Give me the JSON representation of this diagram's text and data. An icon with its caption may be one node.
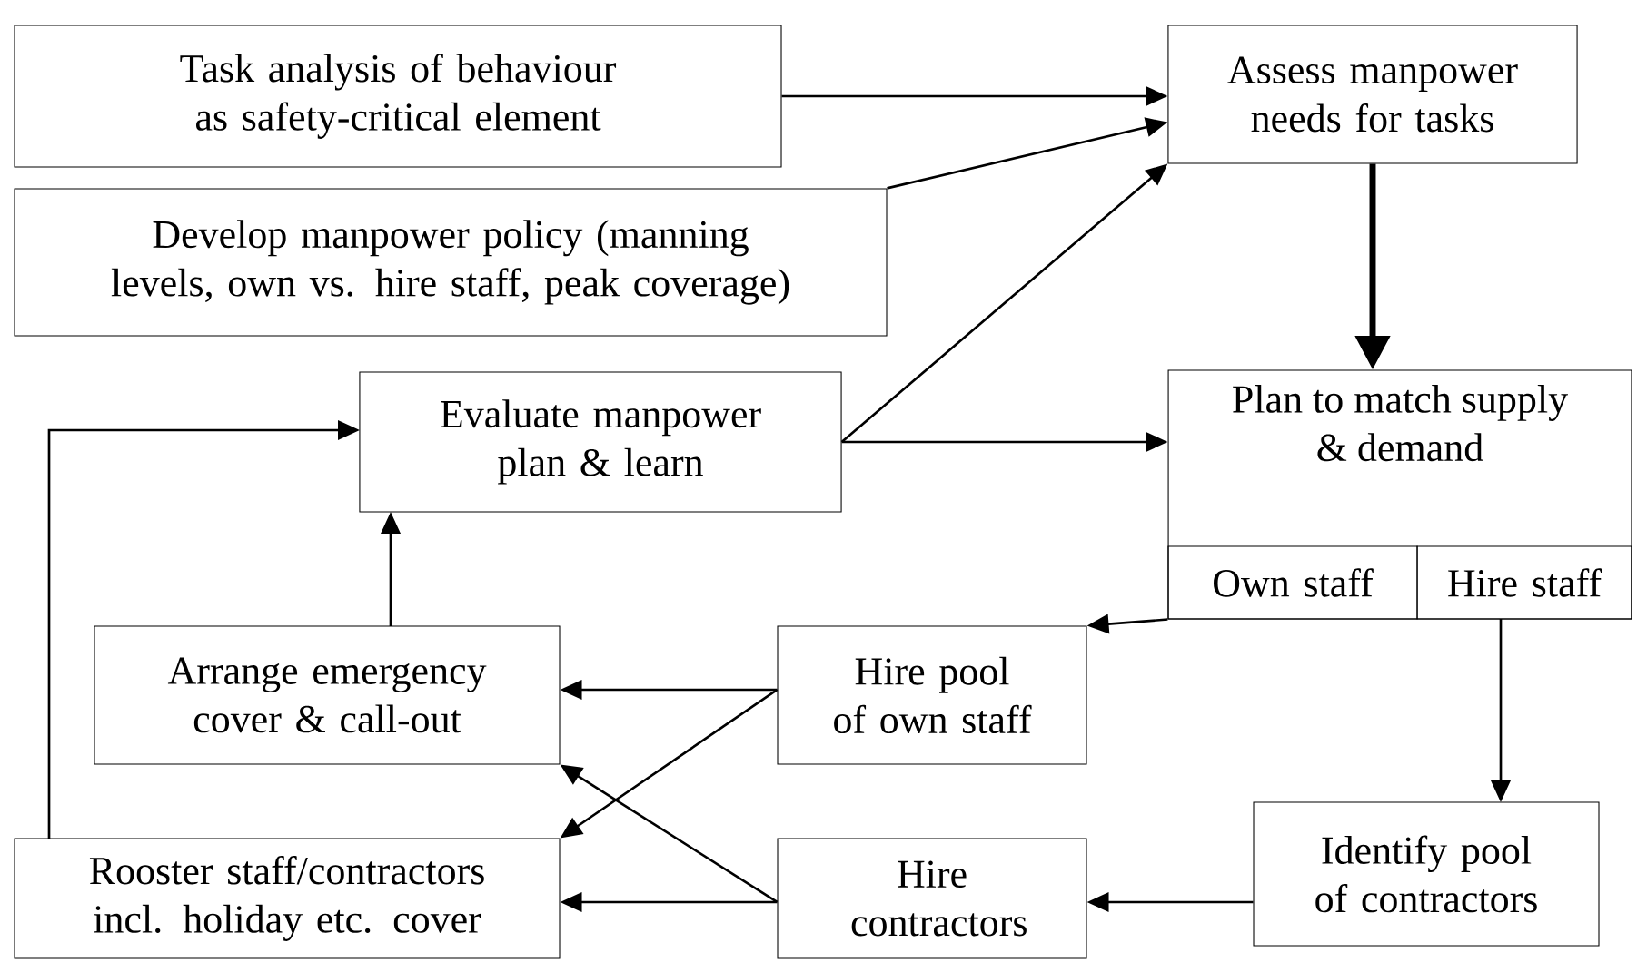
{
  "diagram": {
    "nodes": [
      {
        "text": [
          "Task analysis of behaviour as safety-critical element"
        ]
      },
      {
        "text": [
          "Assess manpower needs for tasks"
        ]
      },
      {
        "text": [
          "Develop manpower policy (manning levels, own vs. hire staff, peak coverage)"
        ]
      },
      {
        "text": [
          "Evaluate manpower plan & learn"
        ]
      },
      {
        "text": [
          "Plan to match supply & demand"
        ]
      },
      {
        "text": [
          "Own staff"
        ],
        "in": 4
      },
      {
        "text": [
          "Hire staff"
        ],
        "in": 4
      },
      {
        "text": [
          "Arrange emergency cover & call-out"
        ]
      },
      {
        "text": [
          "Hire pool of own staff"
        ]
      },
      {
        "text": [
          "Rooster staff/contractors incl. holiday etc. cover"
        ]
      },
      {
        "text": [
          "Hire contractors"
        ]
      },
      {
        "text": [
          "Identify pool of contractors"
        ]
      }
    ],
    "edges": [
      {
        "from": 0,
        "to": 1,
        "arrow": "to"
      },
      {
        "from": 2,
        "to": 1,
        "arrow": "to"
      },
      {
        "from": 3,
        "to": 1,
        "arrow": "to"
      },
      {
        "from": 1,
        "to": 4,
        "arrow": "to",
        "style": "thick"
      },
      {
        "from": 3,
        "to": 4,
        "arrow": "to"
      },
      {
        "from": 9,
        "to": 3,
        "arrow": "to"
      },
      {
        "from": 7,
        "to": 3,
        "arrow": "to"
      },
      {
        "from": 5,
        "to": 8,
        "arrow": "to"
      },
      {
        "from": 6,
        "to": 11,
        "arrow": "to"
      },
      {
        "from": 11,
        "to": 10,
        "arrow": "to"
      },
      {
        "from": 8,
        "to": 7,
        "arrow": "to"
      },
      {
        "from": 8,
        "to": 9,
        "arrow": "to"
      },
      {
        "from": 10,
        "to": 7,
        "arrow": "to"
      },
      {
        "from": 10,
        "to": 9,
        "arrow": "to"
      }
    ]
  }
}
